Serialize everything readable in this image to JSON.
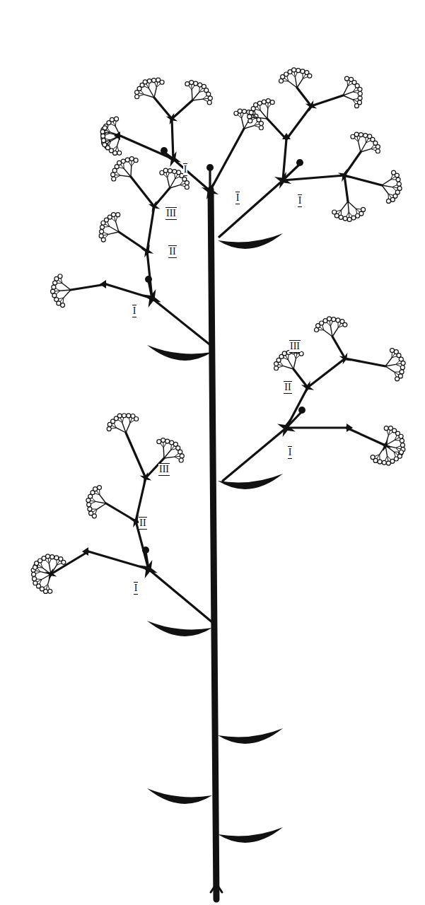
{
  "diagram": {
    "labels": [
      "I",
      "I",
      "I",
      "III",
      "II",
      "I",
      "III",
      "II",
      "I",
      "III",
      "II",
      "I"
    ]
  }
}
